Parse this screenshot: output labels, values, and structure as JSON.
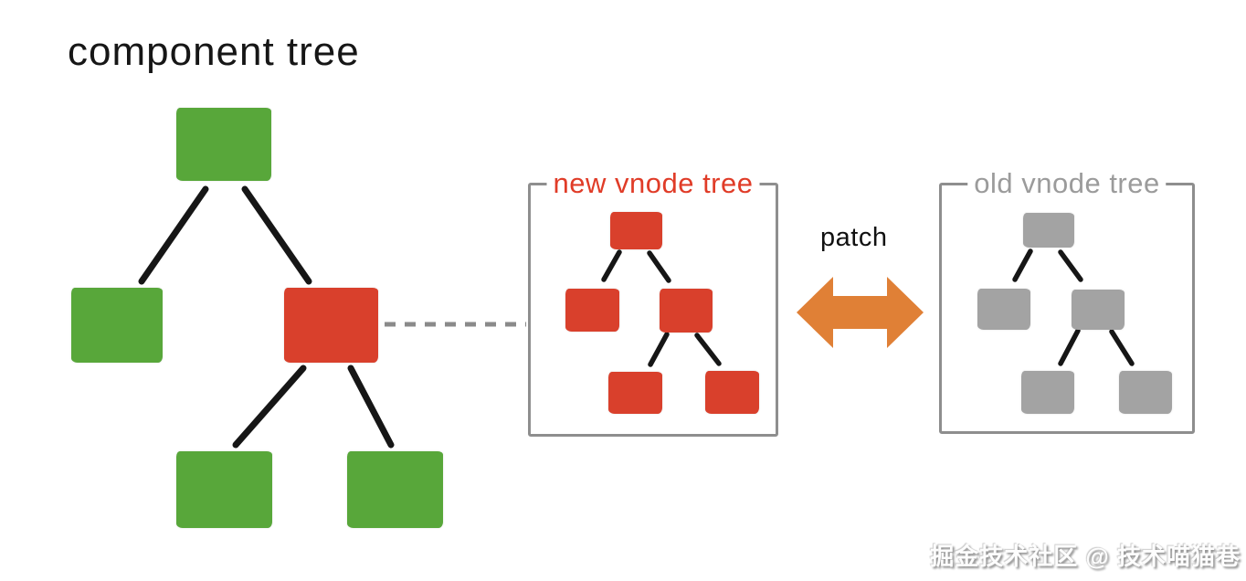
{
  "page": {
    "title": "component tree",
    "patch_label": "patch",
    "watermark": "掘金技术社区 @ 技术喵猫巷"
  },
  "panels": {
    "new_vnode": {
      "label": "new vnode tree"
    },
    "old_vnode": {
      "label": "old vnode tree"
    }
  },
  "colors": {
    "component_green": "#58a73a",
    "changed_red": "#d9402c",
    "title_red": "#e03c28",
    "vnode_gray": "#a3a3a3",
    "title_gray": "#9b9b9b",
    "arrow_orange": "#e08036",
    "panel_border": "#8e8e8e",
    "edge_black": "#161616",
    "dashed_gray": "#8a8a8a"
  },
  "trees": {
    "component": {
      "description": "root with two children; right child is changed (red) and has two green children",
      "node_states": [
        "unchanged",
        "unchanged",
        "changed",
        "unchanged",
        "unchanged"
      ],
      "node_count": 5
    },
    "new_vnode": {
      "description": "red vnode tree: root, two children, right child has two children",
      "node_count": 5
    },
    "old_vnode": {
      "description": "gray vnode tree: root, two children, right child has two children",
      "node_count": 5
    }
  }
}
